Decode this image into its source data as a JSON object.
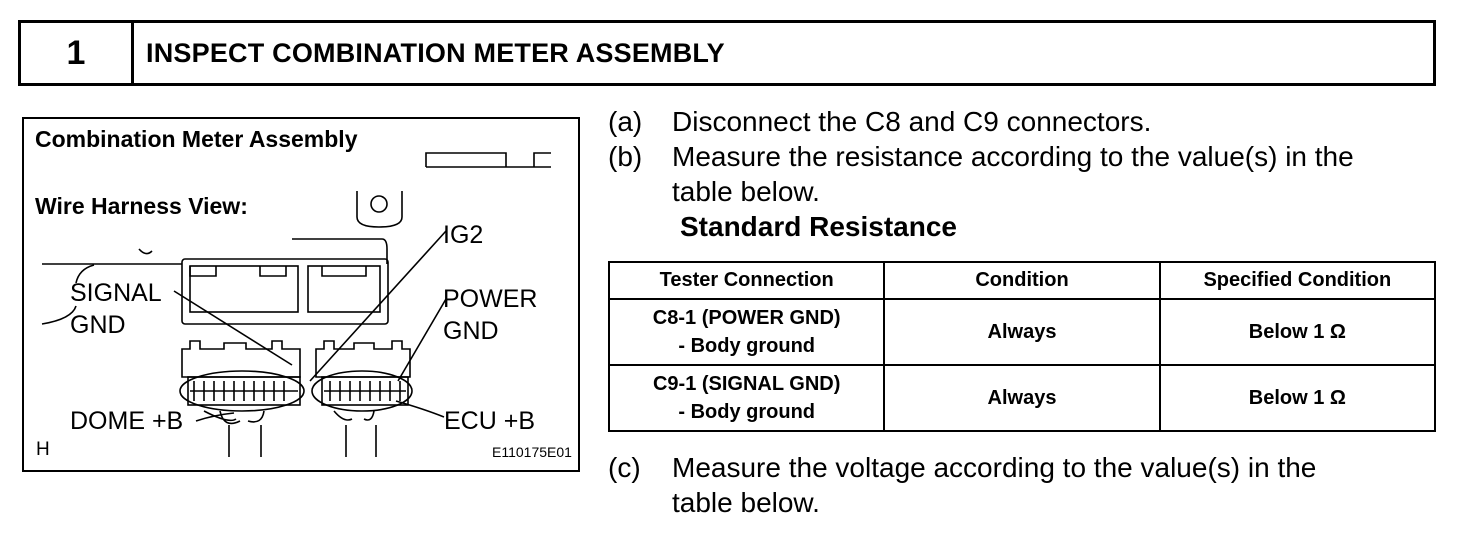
{
  "step": {
    "number": "1",
    "title": "INSPECT COMBINATION METER ASSEMBLY"
  },
  "figure": {
    "title": "Combination Meter Assembly",
    "view_label": "Wire Harness View:",
    "labels": {
      "ig2": "IG2",
      "signal": "SIGNAL",
      "gnd_left": "GND",
      "power": "POWER",
      "gnd_right": "GND",
      "dome": "DOME +B",
      "ecu": "ECU +B",
      "corner": "H",
      "code": "E110175E01"
    }
  },
  "instructions": [
    {
      "mark": "(a)",
      "lines": [
        "Disconnect the C8 and C9 connectors."
      ]
    },
    {
      "mark": "(b)",
      "lines": [
        "Measure the resistance according to the value(s) in the",
        "table below."
      ]
    },
    {
      "mark": "(c)",
      "lines": [
        "Measure the voltage according to the value(s) in the",
        "table below."
      ]
    }
  ],
  "standard_title": "Standard Resistance",
  "table": {
    "headers": [
      "Tester Connection",
      "Condition",
      "Specified Condition"
    ],
    "rows": [
      {
        "connection": [
          "C8-1 (POWER GND)",
          "- Body ground"
        ],
        "condition": "Always",
        "specified": "Below 1 Ω"
      },
      {
        "connection": [
          "C9-1 (SIGNAL GND)",
          "- Body ground"
        ],
        "condition": "Always",
        "specified": "Below 1 Ω"
      }
    ]
  }
}
